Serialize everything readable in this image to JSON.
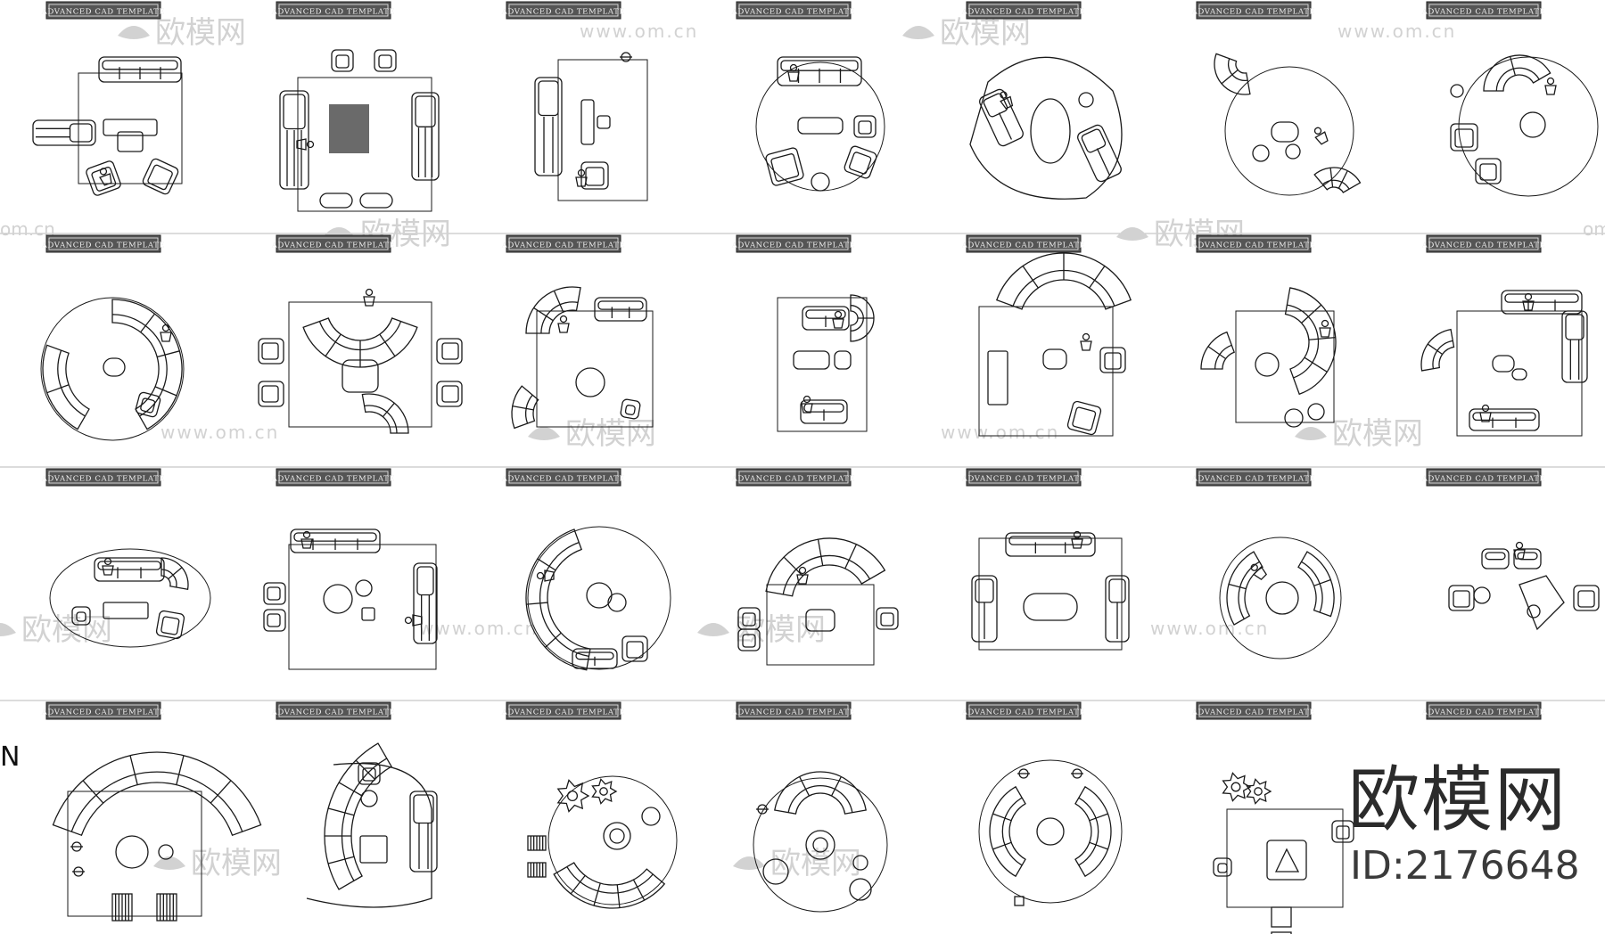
{
  "sheet": {
    "tag_label": "ADVANCED   CAD   TEMPLATE",
    "grid": {
      "rows": 4,
      "cols": 7
    }
  },
  "watermark": {
    "brand_cn": "欧模网",
    "site": "www.om.cn",
    "site_short": "om.cn"
  },
  "brand_logo": "欧模网",
  "asset_id": "ID:2176648",
  "edge_letter": "N",
  "colors": {
    "line": "#1a1a1a",
    "grid_line": "#b9b9b9",
    "tag_bg": "#555555",
    "tag_text": "#f0f0f0",
    "watermark": "#d2d2d2",
    "rug_fill": "#e9e9e9"
  },
  "layouts": [
    "rect-sofa-chairs",
    "rect-chaise-pair",
    "sofa-island",
    "round-sectional-chairs",
    "oval-rug-sofas",
    "curved-sofa-round",
    "curved-chaise-round",
    "round-curved-sectional",
    "curved-rect-armchairs",
    "curved-l-rect",
    "u-shape-rect",
    "curved-console",
    "curved-round-table",
    "l-shape-rect",
    "curved-oval-rug",
    "l-sectional-rect",
    "curved-round-rug",
    "curved-armchairs",
    "u-sofa-rect",
    "curved-round-pair",
    "scatter-chairs",
    "arc-sectional",
    "curved-long-arc",
    "arc-plants",
    "arc-round",
    "double-arc-round",
    "plant-table-rect",
    "logo-area"
  ]
}
